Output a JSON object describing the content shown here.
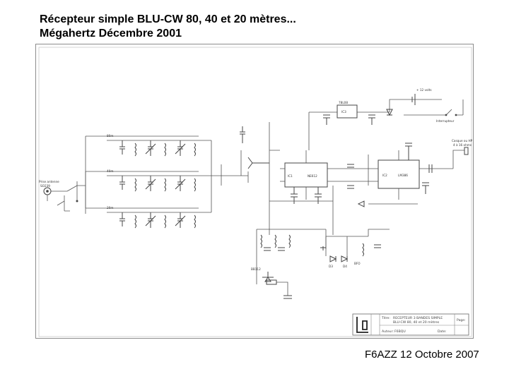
{
  "header": {
    "title_line1": "Récepteur simple BLU-CW 80, 40 et 20 mètres...",
    "title_line2": "Mégahertz Décembre 2001"
  },
  "footer": {
    "credit": "F6AZZ 12 Octobre 2007"
  },
  "schematic": {
    "components": {
      "ic1": "IC1",
      "ic1_part": "NE612",
      "ic2": "IC2",
      "ic2_part": "LM386",
      "ic3": "IC3",
      "ic3_part": "78L08",
      "ant_label": "Prise antenne",
      "ant_conn": "SO239",
      "bfo_label": "BFO",
      "d3_label": "D3",
      "d4_label": "D4",
      "bb_label": "BB112",
      "out_label": "Casque ou HP",
      "out_label2": "4 à 16 ohms",
      "supply_label": "+ 12 volts",
      "switch_label": "Interrupteur"
    },
    "band_labels": [
      "80m",
      "40m",
      "20m"
    ],
    "title_block": {
      "title_key": "Titre:",
      "title_value": "RECEPTEUR 3 BANDES SIMPLE",
      "subtitle_value": "BLU-CW 80, 40 et 20 mètres",
      "author_key": "Auteur:",
      "author_value": "F6BQU",
      "date_key": "Date:",
      "page_key": "Page:"
    }
  }
}
